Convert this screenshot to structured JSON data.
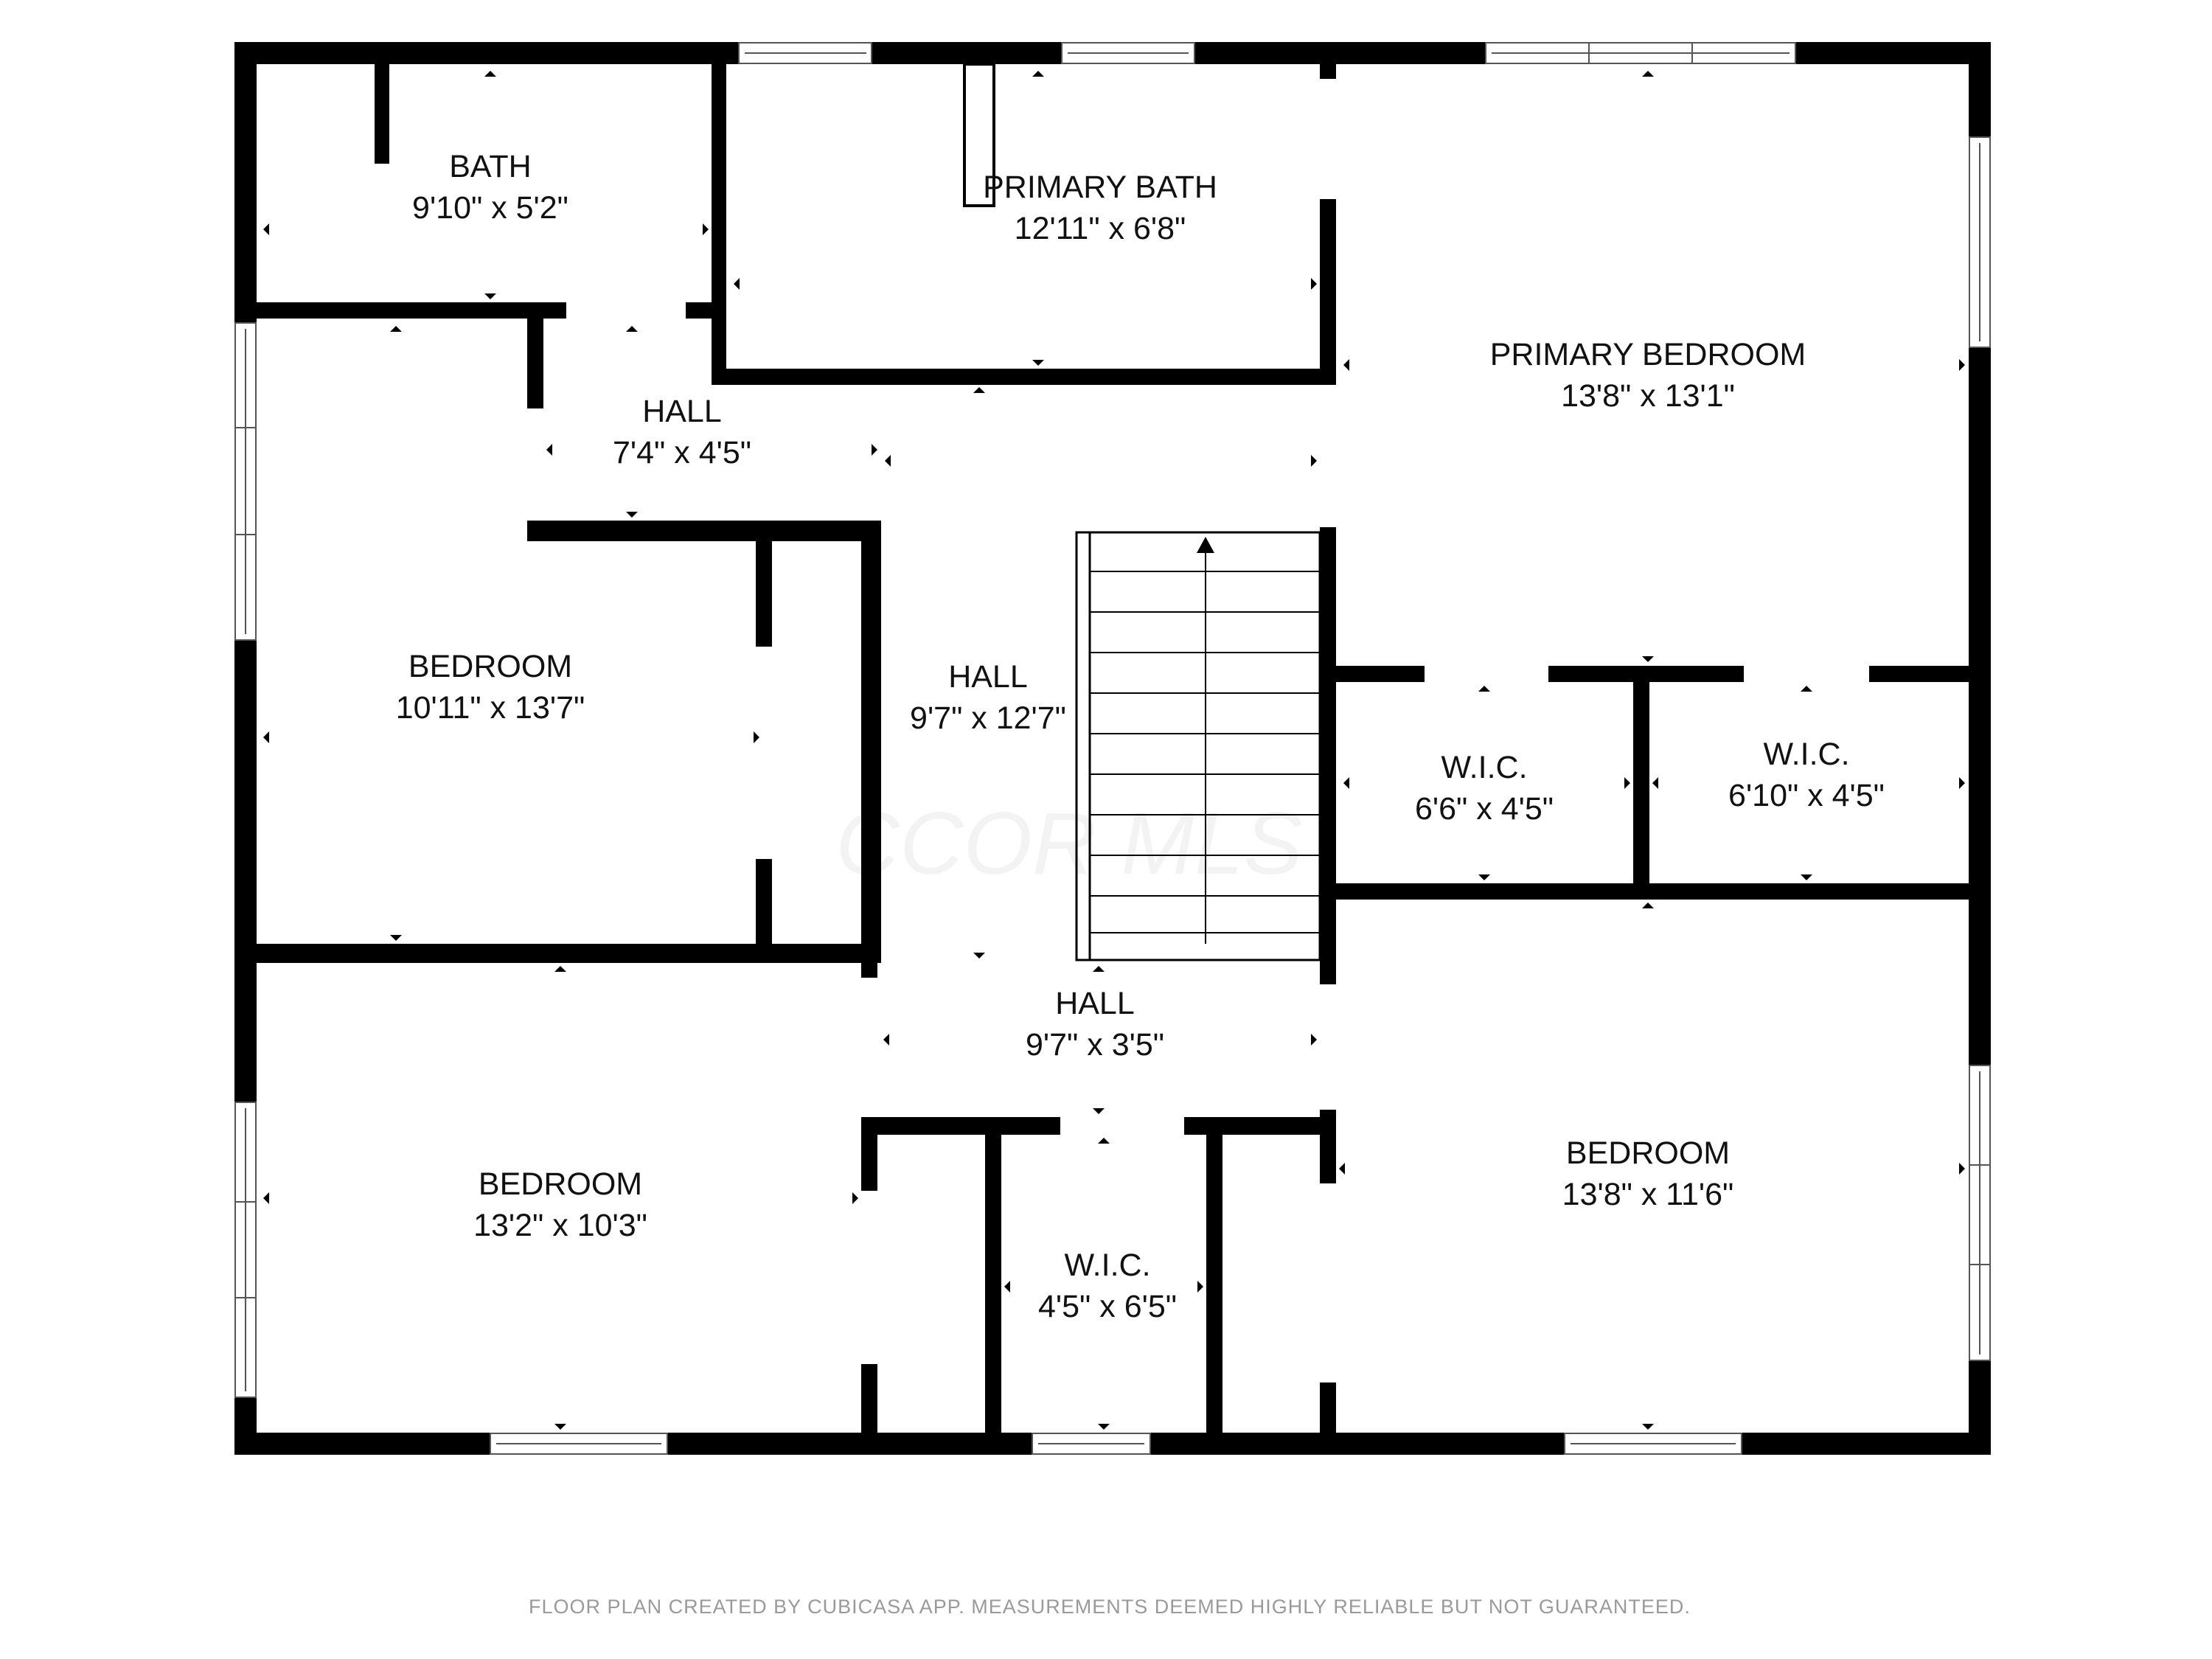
{
  "rooms": {
    "bath": {
      "name": "BATH",
      "dims": "9'10\" x 5'2\""
    },
    "primary_bath": {
      "name": "PRIMARY BATH",
      "dims": "12'11\" x 6'8\""
    },
    "primary_bedroom": {
      "name": "PRIMARY BEDROOM",
      "dims": "13'8\" x 13'1\""
    },
    "hall_top": {
      "name": "HALL",
      "dims": "7'4\" x 4'5\""
    },
    "bedroom_left": {
      "name": "BEDROOM",
      "dims": "10'11\" x 13'7\""
    },
    "hall_center": {
      "name": "HALL",
      "dims": "9'7\" x 12'7\""
    },
    "wic_a": {
      "name": "W.I.C.",
      "dims": "6'6\" x 4'5\""
    },
    "wic_b": {
      "name": "W.I.C.",
      "dims": "6'10\" x 4'5\""
    },
    "hall_bottom": {
      "name": "HALL",
      "dims": "9'7\" x 3'5\""
    },
    "bedroom_bottom_left": {
      "name": "BEDROOM",
      "dims": "13'2\" x 10'3\""
    },
    "wic_c": {
      "name": "W.I.C.",
      "dims": "4'5\" x 6'5\""
    },
    "bedroom_bottom_right": {
      "name": "BEDROOM",
      "dims": "13'8\" x 11'6\""
    }
  },
  "watermark": "CCOR MLS",
  "footer": "FLOOR PLAN CREATED BY CUBICASA APP. MEASUREMENTS DEEMED HIGHLY RELIABLE BUT NOT GUARANTEED.",
  "colors": {
    "wall": "#000000",
    "background": "#ffffff",
    "footer_text": "#9a9a9a"
  }
}
